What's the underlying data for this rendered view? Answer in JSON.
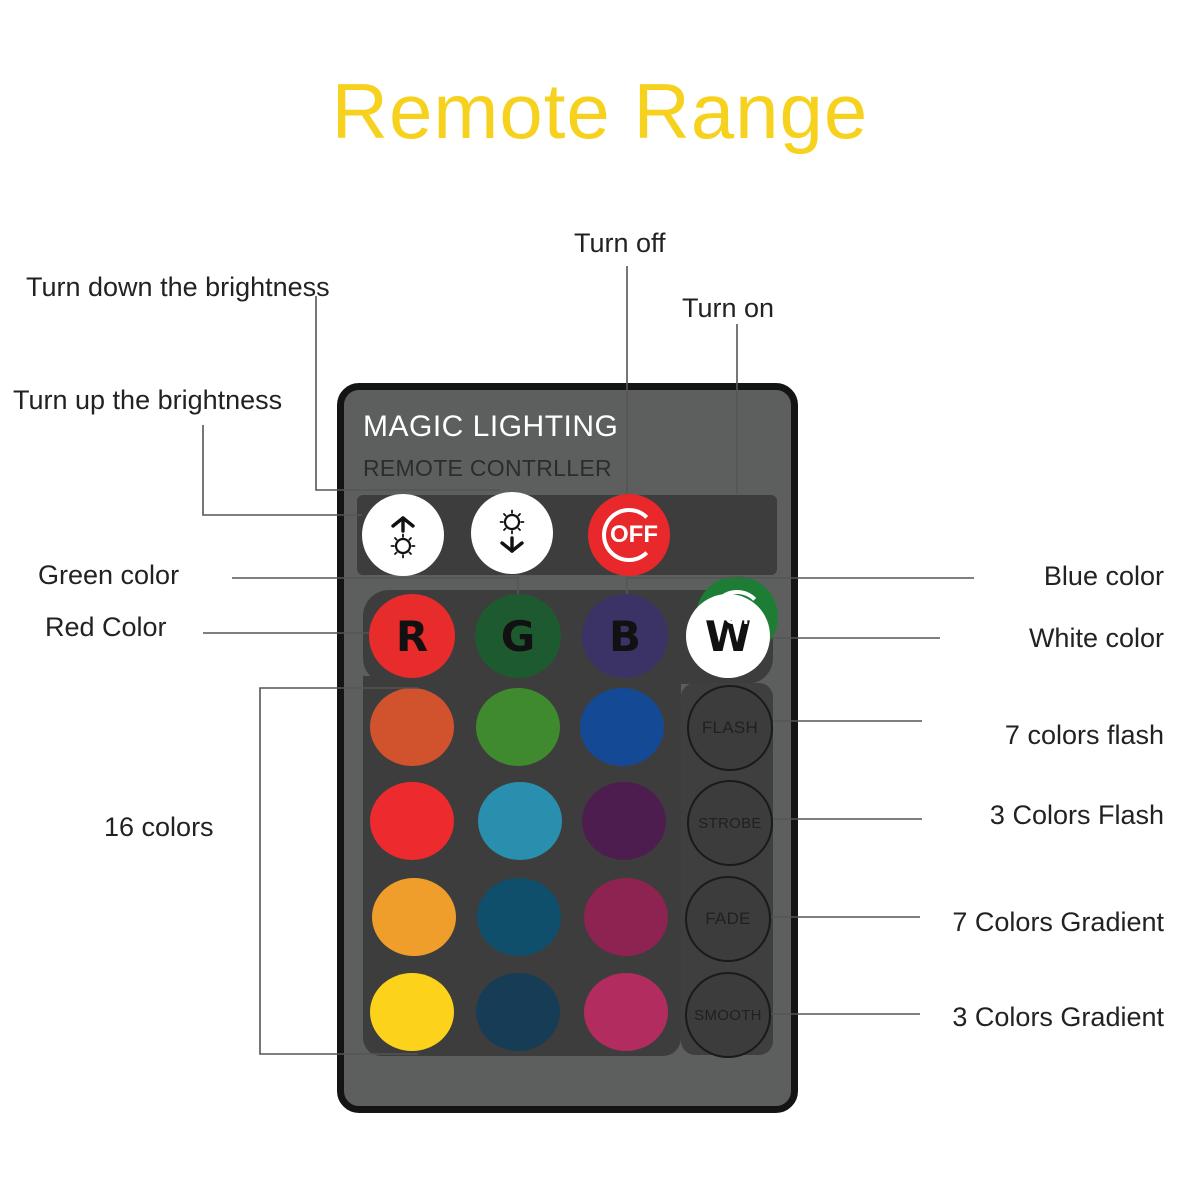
{
  "title": "Remote Range",
  "remote": {
    "brand": "MAGIC LIGHTING",
    "subtitle": "REMOTE CONTRLLER",
    "buttons": {
      "brightness_up_icon": "sun-arrow-up-icon",
      "brightness_down_icon": "sun-arrow-down-icon",
      "off": "OFF",
      "on": "ON",
      "red": "R",
      "green": "G",
      "blue": "B",
      "white": "W",
      "flash": "FLASH",
      "strobe": "STROBE",
      "fade": "FADE",
      "smooth": "SMOOTH"
    },
    "button_colors": {
      "off": "#e8282b",
      "on": "#1e7d34",
      "red": "#e82b2b",
      "green": "#1e5a2f",
      "blue": "#3b3366",
      "white": "#ffffff"
    },
    "color_grid": [
      [
        "#d1532d",
        "#3f8a2f",
        "#144a95"
      ],
      [
        "#ed2a2e",
        "#2a8fae",
        "#4e1d4f"
      ],
      [
        "#ef9e2c",
        "#0f4f6c",
        "#8c2350"
      ],
      [
        "#fcd21b",
        "#173c56",
        "#b22c60"
      ]
    ]
  },
  "labels": {
    "brightness_down": "Turn down the brightness",
    "brightness_up": "Turn up the brightness",
    "turn_off": "Turn off",
    "turn_on": "Turn on",
    "green": "Green color",
    "red": "Red Color",
    "blue": "Blue color",
    "white": "White color",
    "colors16": "16 colors",
    "flash": "7 colors flash",
    "strobe": "3 Colors Flash",
    "fade": "7 Colors Gradient",
    "smooth": "3 Colors Gradient"
  }
}
